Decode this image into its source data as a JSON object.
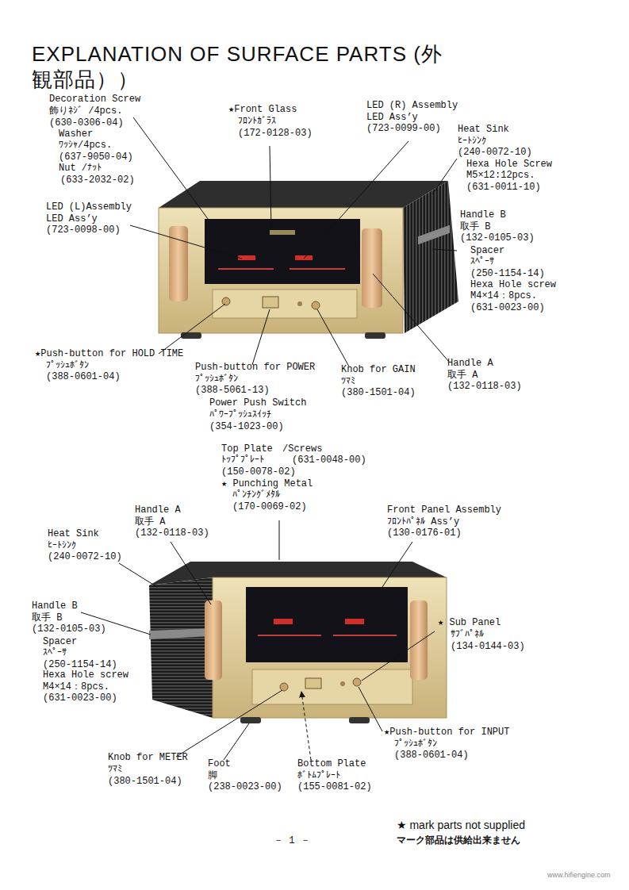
{
  "diagram": {
    "title": "EXPLANATION OF SURFACE PARTS (外観部品））",
    "labels": [
      "Decoration Screw",
      "飾りﾈｼﾞ /4pcs.",
      "(630-0306-04)",
      "Washer",
      "ﾜｯｼｬ/4pcs.",
      "(637-9050-04)",
      "Nut /ﾅｯﾄ",
      "(633-2032-02)",
      "★Front Glass",
      "ﾌﾛﾝﾄｶﾞﾗｽ",
      "(172-0128-03)",
      "LED (R) Assembly",
      "LED Ass’y",
      "(723-0099-00)",
      "Heat Sink",
      "ﾋｰﾄｼﾝｸ",
      "(240-0072-10)",
      "Hexa Hole Screw",
      "M5×12:12pcs.",
      "(631-0011-10)",
      "LED (L)Assembly",
      "LED Ass’y",
      "(723-0098-00)",
      "Handle B",
      "取手 B",
      "(132-0105-03)",
      "Spacer",
      "ｽﾍﾟｰｻ",
      "(250-1154-14)",
      "Hexa Hole screw",
      "M4×14：8pcs.",
      "(631-0023-00)",
      "★Push-button for HOLD TIME",
      "ﾌﾟｯｼｭﾎﾞﾀﾝ",
      "(388-0601-04)",
      "Push-button for POWER",
      "ﾌﾟｯｼｭﾎﾞﾀﾝ",
      "(388-5061-13)",
      "Power Push Switch",
      "ﾊﾟﾜｰﾌﾟｯｼｭｽｲｯﾁ",
      "(354-1023-00)",
      "Knob for GAIN",
      "ﾂﾏﾐ",
      "(380-1501-04)",
      "Handle A",
      "取手 A",
      "(132-0118-03)",
      "Top Plate",
      "/Screws",
      "ﾄｯﾌﾟﾌﾟﾚｰﾄ",
      "(631-0048-00)",
      "(150-0078-02)",
      "★ Punching Metal",
      "ﾊﾟﾝﾁﾝｸﾞﾒﾀﾙ",
      "(170-0069-02)",
      "Handle A",
      "取手 A",
      "(132-0118-03)",
      "Front Panel Assembly",
      "ﾌﾛﾝﾄﾊﾟﾈﾙ Ass’y",
      "(130-0176-01)",
      "Heat Sink",
      "ﾋｰﾄｼﾝｸ",
      "(240-0072-10)",
      "Handle B",
      "取手 B",
      "(132-0105-03)",
      "Spacer",
      "ｽﾍﾟｰｻ",
      "(250-1154-14)",
      "Hexa Hole screw",
      "M4×14：8pcs.",
      "(631-0023-00)",
      "★ Sub Panel",
      "ｻﾌﾞﾊﾟﾈﾙ",
      "(134-0144-03)",
      "★Push-button for INPUT",
      "ﾌﾟｯｼｭﾎﾞﾀﾝ",
      "(388-0601-04)",
      "Knob for METER",
      "ﾂﾏﾐ",
      "(380-1501-04)",
      "Foot",
      "脚",
      "(238-0023-00)",
      "Bottom Plate",
      "ﾎﾞﾄﾑﾌﾟﾚｰﾄ",
      "(155-0081-02)",
      "★ mark parts not supplied",
      "－ 1 －",
      "マーク部品は供給出来ません",
      "www.hifiengine.com"
    ]
  }
}
